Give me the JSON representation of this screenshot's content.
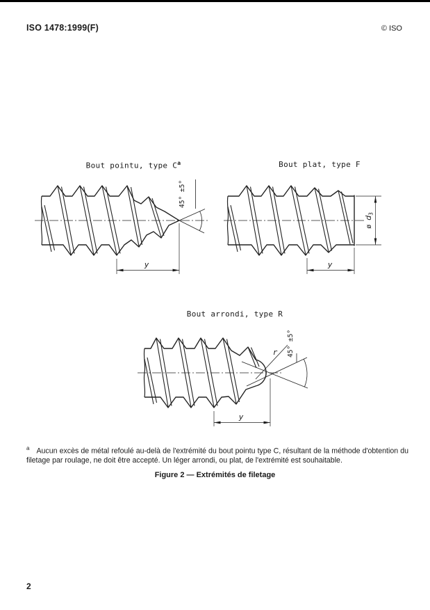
{
  "page": {
    "header_left": "ISO 1478:1999(F)",
    "header_right": "© ISO",
    "footnote_marker": "a",
    "footnote_text": "Aucun excès de métal refoulé au-delà de l'extrémité du bout pointu type C, résultant de la méthode d'obtention du filetage par roulage, ne doit être accepté. Un léger arrondi, ou plat, de l'extrémité est souhaitable.",
    "caption": "Figure 2 — Extrémités de filetage",
    "page_number": "2"
  },
  "figures": {
    "pointed": {
      "title": "Bout pointu, type C",
      "title_sup": "a",
      "angle_label": "45° ±5°",
      "y_label": "y"
    },
    "flat": {
      "title": "Bout plat, type F",
      "dia_phi": "ø ",
      "dia_d": "d",
      "dia_sub": "3",
      "y_label": "y"
    },
    "rounded": {
      "title": "Bout arrondi, type R",
      "angle_label": "45° ±5°",
      "radius_label": "r",
      "y_label": "y"
    }
  }
}
